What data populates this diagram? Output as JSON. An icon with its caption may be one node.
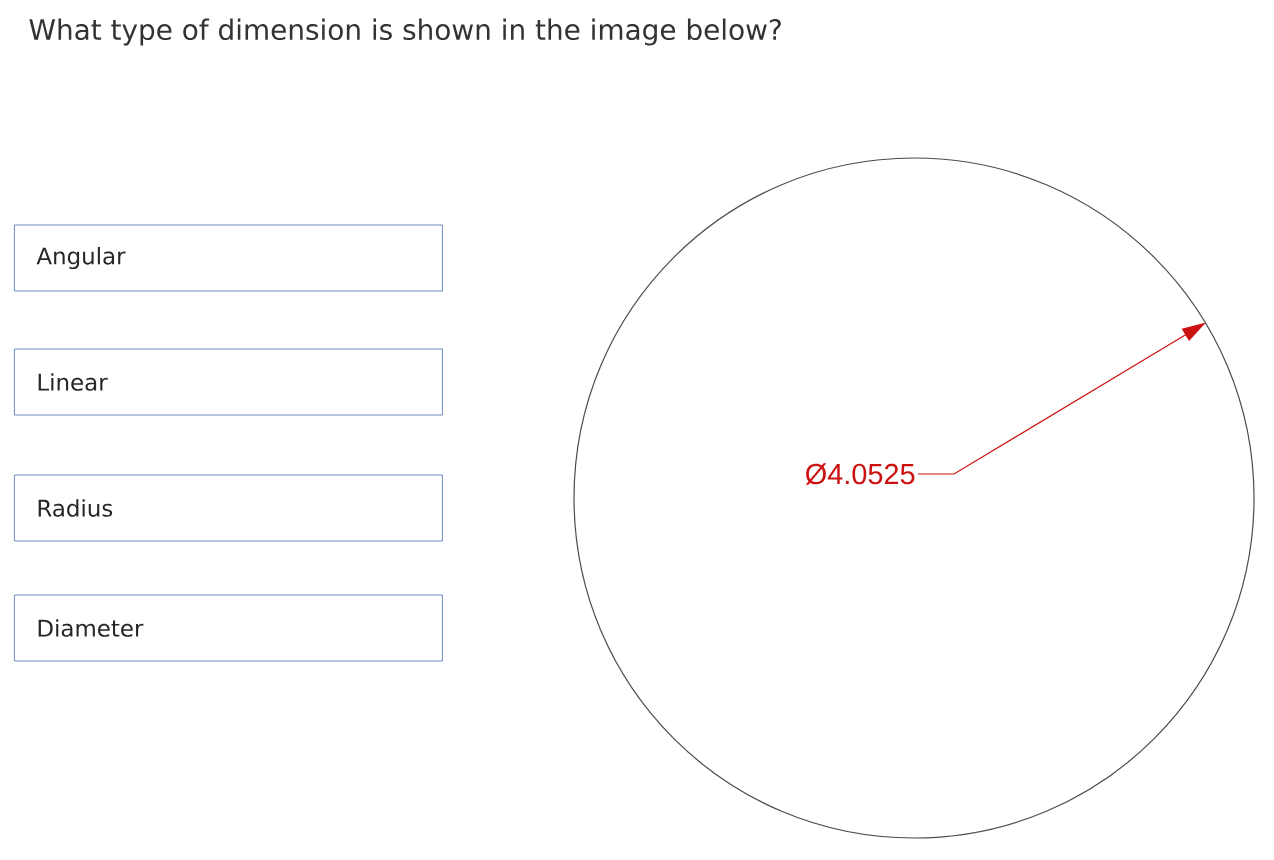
{
  "diagram": {
    "title": "What type of dimension is shown in the image below?",
    "nodes": [
      {
        "text": [
          "Angular"
        ]
      },
      {
        "text": [
          "Linear"
        ]
      },
      {
        "text": [
          "Radius"
        ]
      },
      {
        "text": [
          "Diameter"
        ]
      },
      {
        "text": [
          "Ø4.0525"
        ],
        "in": 5
      },
      {
        "text": [],
        "shape": "circle"
      }
    ],
    "edges": [
      {
        "from": 4,
        "to": 5,
        "arrow": "to",
        "color": "#cc1111"
      }
    ]
  }
}
